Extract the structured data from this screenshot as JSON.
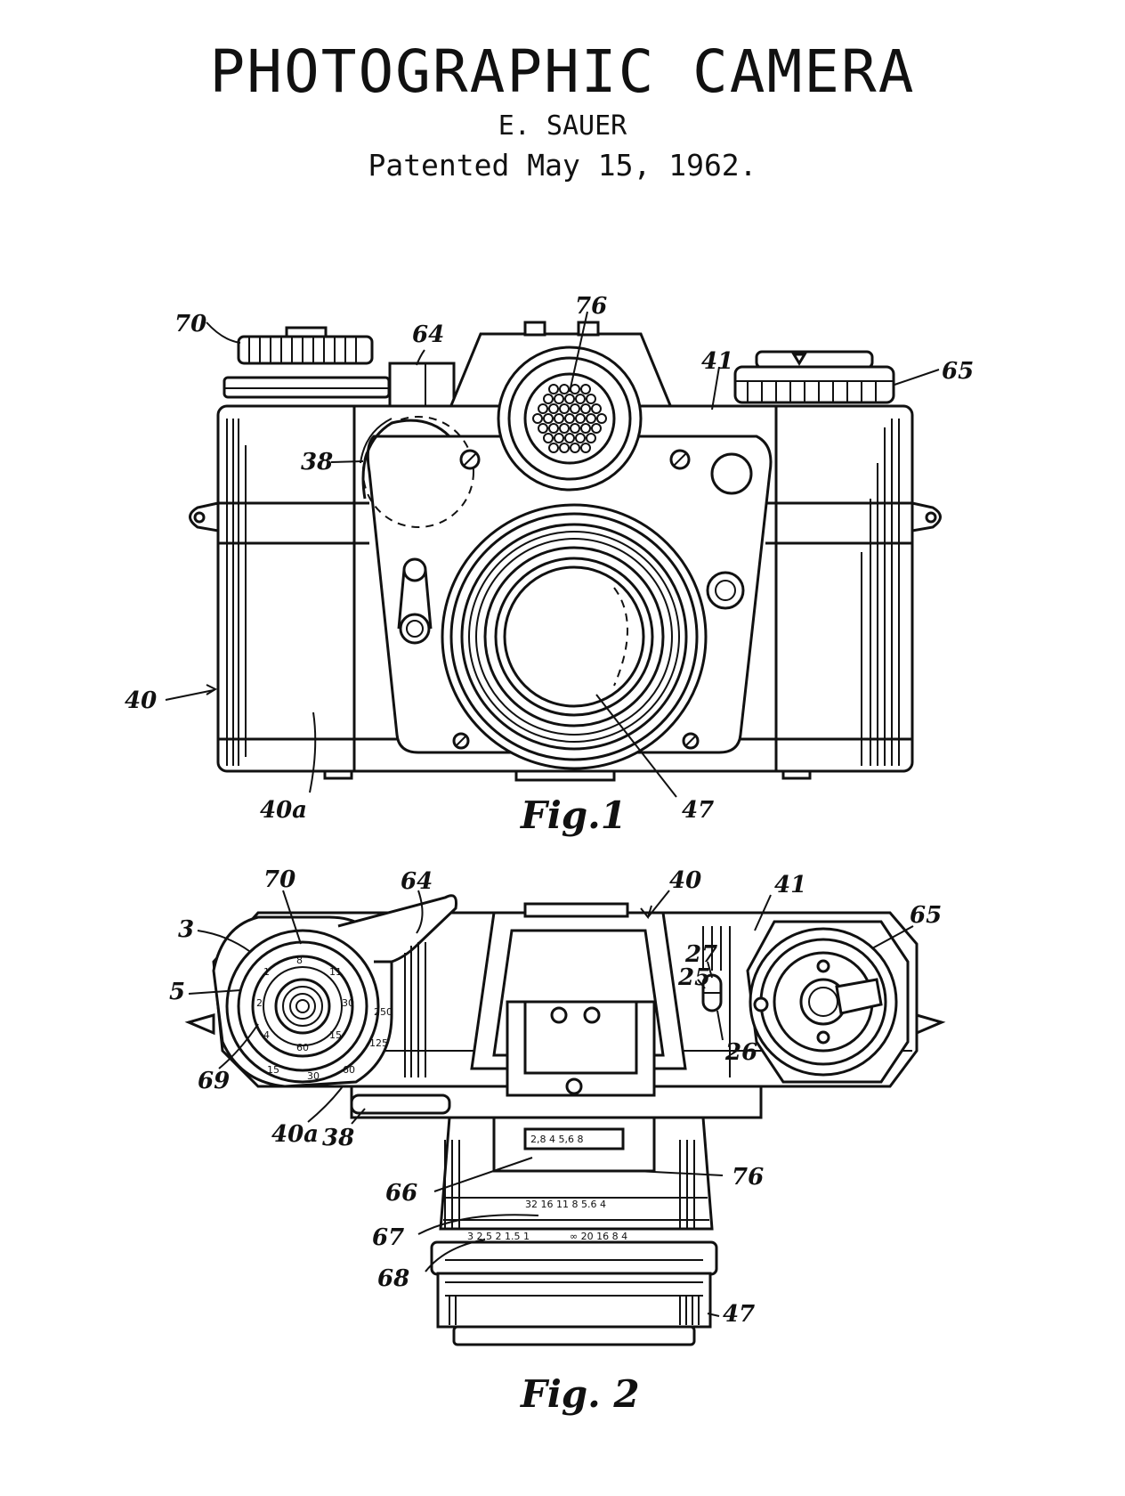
{
  "header": {
    "title": "PHOTOGRAPHIC CAMERA",
    "inventor": "E. SAUER",
    "patent_date": "Patented May 15, 1962."
  },
  "fig1": {
    "caption": "Fig.1",
    "labels": {
      "l70": "70",
      "l64": "64",
      "l76": "76",
      "l41": "41",
      "l65": "65",
      "l38": "38",
      "l40": "40",
      "l40a": "40a",
      "l47": "47"
    }
  },
  "fig2": {
    "caption": "Fig. 2",
    "labels": {
      "l70": "70",
      "l64": "64",
      "l40": "40",
      "l41": "41",
      "l65": "65",
      "l3": "3",
      "l5": "5",
      "l69": "69",
      "l40a": "40a",
      "l38": "38",
      "l27": "27",
      "l25": "25",
      "l26": "26",
      "l66": "66",
      "l76": "76",
      "l67": "67",
      "l68": "68",
      "l47": "47"
    }
  },
  "colors": {
    "ink": "#111111",
    "paper": "#ffffff"
  }
}
